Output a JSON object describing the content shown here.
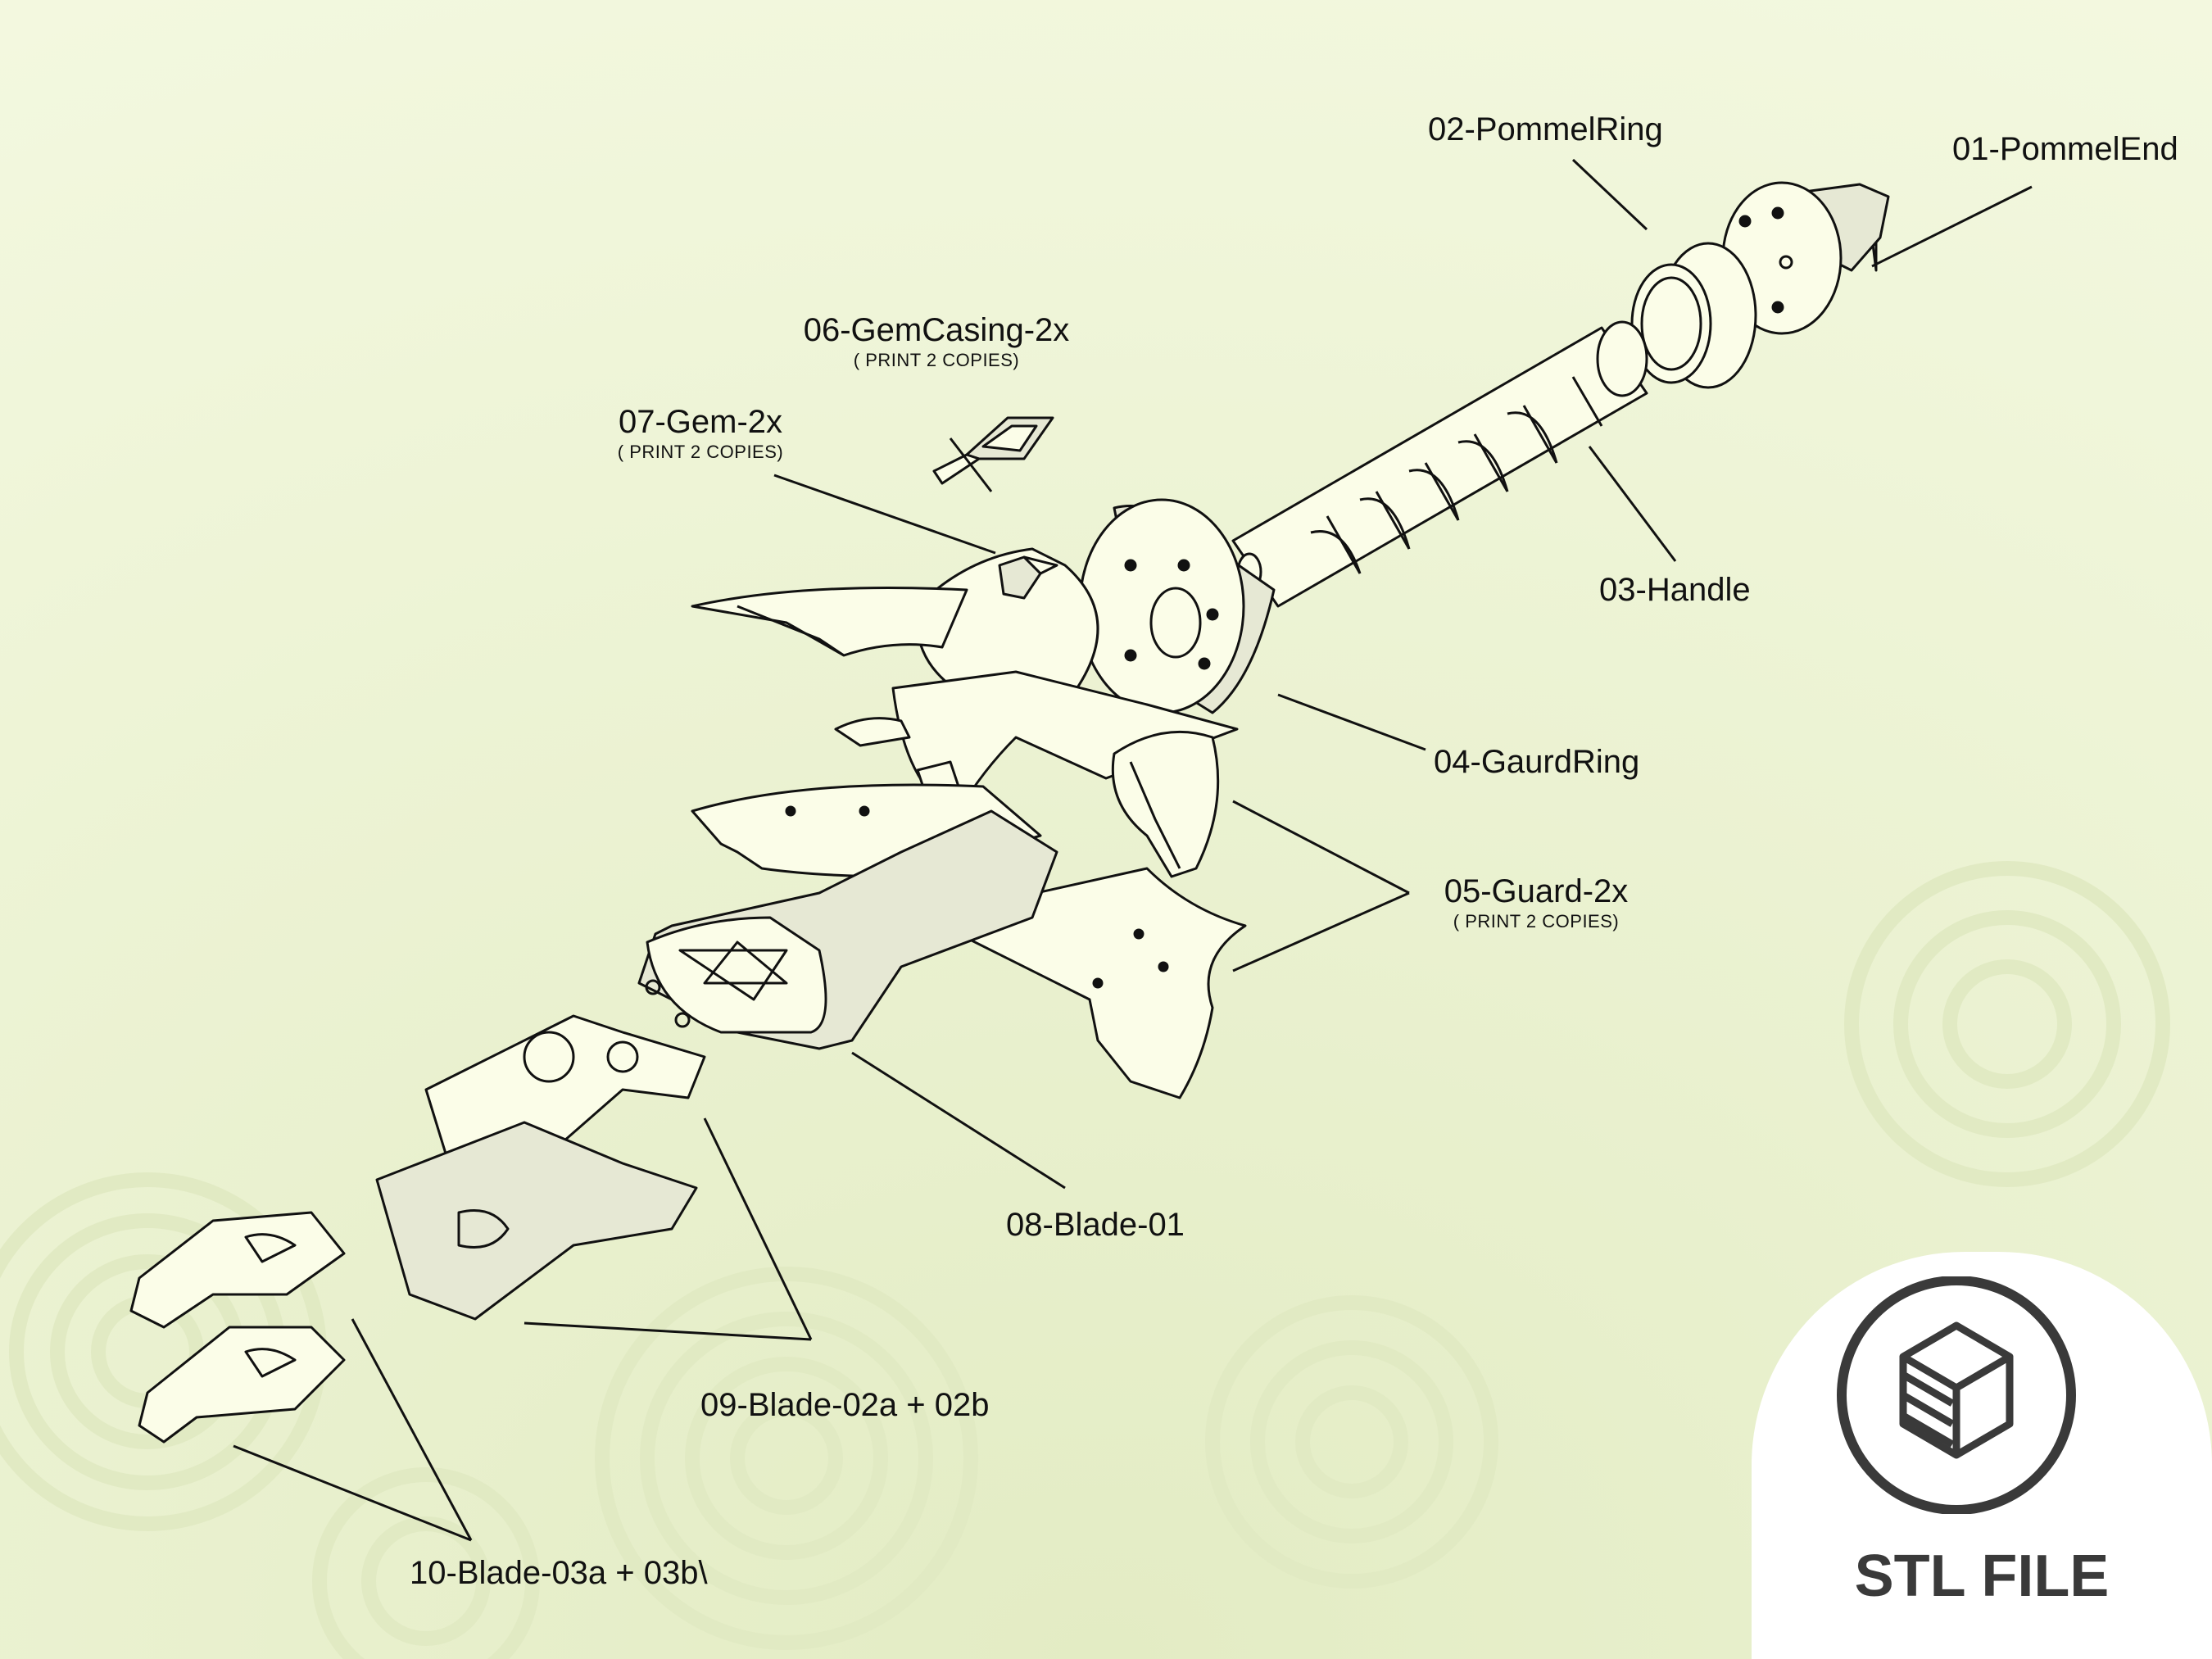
{
  "parts": [
    {
      "id": "01",
      "label": "01-PommelEnd",
      "note": ""
    },
    {
      "id": "02",
      "label": "02-PommelRing",
      "note": ""
    },
    {
      "id": "03",
      "label": "03-Handle",
      "note": ""
    },
    {
      "id": "04",
      "label": "04-GaurdRing",
      "note": ""
    },
    {
      "id": "05",
      "label": "05-Guard-2x",
      "note": "( PRINT 2 COPIES)"
    },
    {
      "id": "06",
      "label": "06-GemCasing-2x",
      "note": "( PRINT 2 COPIES)"
    },
    {
      "id": "07",
      "label": "07-Gem-2x",
      "note": "( PRINT 2 COPIES)"
    },
    {
      "id": "08",
      "label": "08-Blade-01",
      "note": ""
    },
    {
      "id": "09",
      "label": "09-Blade-02a + 02b",
      "note": ""
    },
    {
      "id": "10",
      "label": "10-Blade-03a + 03b\\",
      "note": ""
    }
  ],
  "badge": {
    "label": "STL FILE",
    "icon": "cube-icon"
  },
  "colors": {
    "background": "#f0f6d8",
    "part_fill": "#fbfde8",
    "part_shade": "#e6e8d4",
    "outline": "#111111",
    "badge_bg": "#ffffff",
    "badge_text": "#3a3a3a"
  }
}
